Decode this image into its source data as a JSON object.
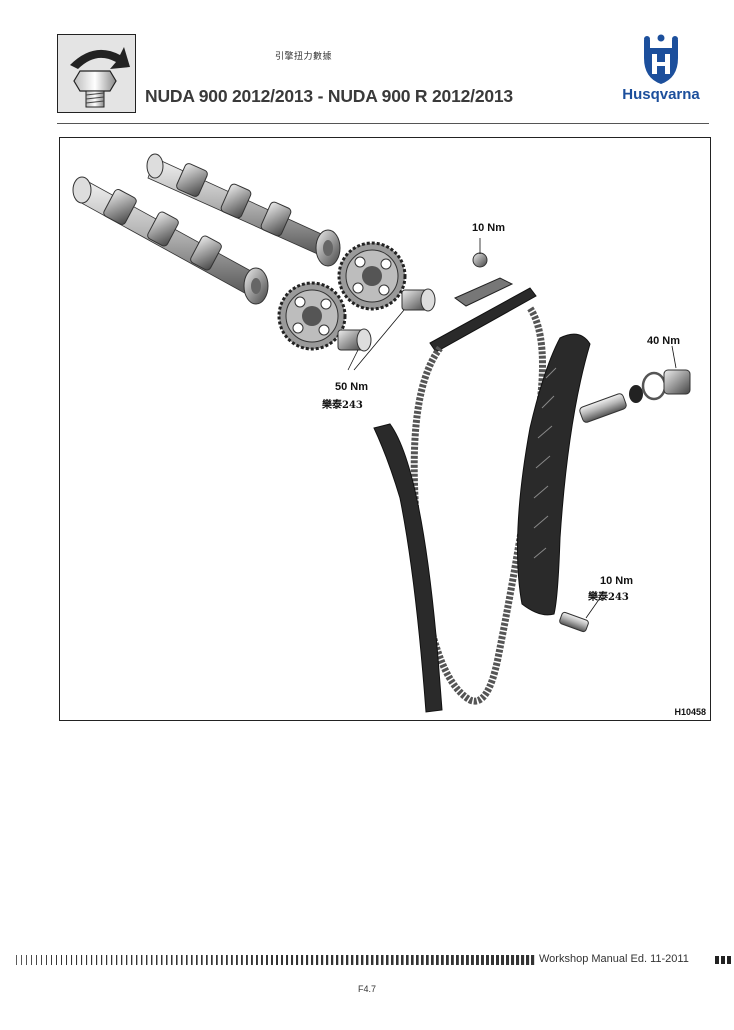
{
  "header": {
    "icon": "torque-wrench-bolt-icon",
    "subtitle": "引擎扭力數據",
    "title": "NUDA 900 2012/2013 - NUDA 900 R 2012/2013",
    "brand": {
      "name": "Husqvarna",
      "logo_icon": "husqvarna-crown-logo",
      "color": "#1c4f9c"
    }
  },
  "figure": {
    "id": "H10458",
    "callouts": {
      "chain_guide_bolt": {
        "torque": "10 Nm"
      },
      "tensioner_plug": {
        "torque": "40 Nm"
      },
      "sprocket_bolts": {
        "torque": "50 Nm",
        "compound": "樂泰243"
      },
      "lower_pivot_bolt": {
        "torque": "10 Nm",
        "compound": "樂泰243"
      }
    }
  },
  "footer": {
    "manual": "Workshop Manual Ed. 11-2011",
    "page": "F4.7"
  }
}
